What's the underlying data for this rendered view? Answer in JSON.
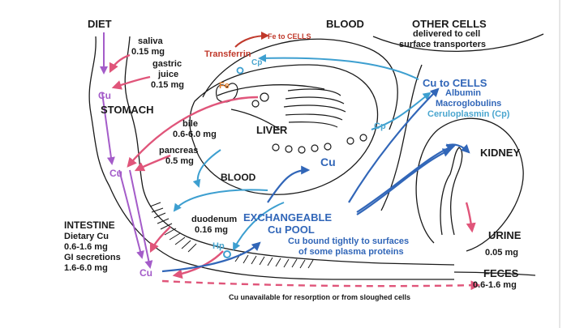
{
  "labels": {
    "diet": "DIET",
    "saliva": "saliva",
    "saliva_amount": "0.15 mg",
    "gastric": "gastric",
    "gastric_juice": "juice",
    "gastric_amount": "0.15 mg",
    "cu_top": "Cu",
    "stomach": "STOMACH",
    "bile": "bile",
    "bile_amount": "0.6-6.0 mg",
    "pancreas": "pancreas",
    "pancreas_amount": "0.5 mg",
    "cu_mid": "Cu",
    "intestine": "INTESTINE",
    "dietary_cu": "Dietary Cu",
    "dietary_amount": "0.6-1.6 mg",
    "gi_secretions": "GI secretions",
    "gi_amount": "1.6-6.0 mg",
    "cu_bottom": "Cu",
    "blood_top": "BLOOD",
    "fe_to_cells": "Fe to CELLS",
    "transferrin": "Transferrin",
    "fe": "Fe",
    "cp_top": "Cp",
    "liver": "LIVER",
    "cu_liver": "Cu",
    "blood_mid": "BLOOD",
    "duodenum": "duodenum",
    "duodenum_amount": "0.16 mg",
    "hp": "Hp",
    "exchangeable": "EXCHANGEABLE",
    "cu_pool": "Cu POOL",
    "bound_line1": "Cu bound tightly to surfaces",
    "bound_line2": "of some plasma proteins",
    "other_cells": "OTHER CELLS",
    "delivered_line1": "delivered to cell",
    "delivered_line2": "surface transporters",
    "cu_to_cells": "Cu to CELLS",
    "albumin": "Albumin",
    "macroglobulins": "Macroglobulins",
    "ceruloplasmin": "Ceruloplasmin (Cp)",
    "cp_mid": "Cp",
    "kidney": "KIDNEY",
    "urine": "URINE",
    "urine_amount": "0.05 mg",
    "feces": "FECES",
    "feces_amount": "0.6-1.6 mg",
    "unavailable": "Cu unavailable for resorption or from sloughed cells"
  },
  "colors": {
    "ink": "#1a1a1a",
    "gut_path": "#a45cc9",
    "secretion": "#e0557a",
    "transport": "#3d9fd0",
    "pool": "#3166b8",
    "iron": "#c0392b",
    "fe_orange": "#e07a28",
    "cp_light": "#4aa6cf"
  }
}
